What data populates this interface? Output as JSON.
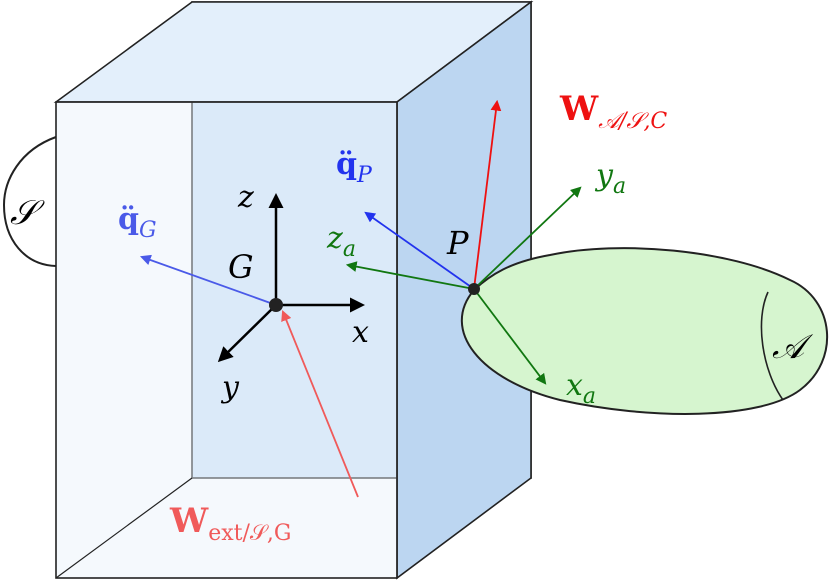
{
  "colors": {
    "box_face": "#cfe3f7",
    "box_face_light": "#e8f2fb",
    "edge": "#222222",
    "body_A_fill": "#d6f5cf",
    "force_red": "#ee1111",
    "force_red_light": "#f05a5a",
    "accel_blue": "#2233ee",
    "accel_blue_light": "#4a5ae8",
    "frame_green": "#117711",
    "black": "#000000"
  },
  "labels": {
    "solid_S": "𝒮",
    "body_A": "𝒜",
    "center_G": "G",
    "point_P": "P",
    "axis_x": "x",
    "axis_y": "y",
    "axis_z": "z",
    "axis_xa_main": "x",
    "axis_xa_sub": "a",
    "axis_ya_main": "y",
    "axis_ya_sub": "a",
    "axis_za_main": "z",
    "axis_za_sub": "a",
    "qG_main": "q̈",
    "qG_sub": "G",
    "qP_main": "q̈",
    "qP_sub": "P",
    "W_AS_main": "W",
    "W_AS_sub": "𝒜/𝒮,C",
    "W_ext_main": "W",
    "W_ext_sub": "ext/𝒮,G"
  }
}
